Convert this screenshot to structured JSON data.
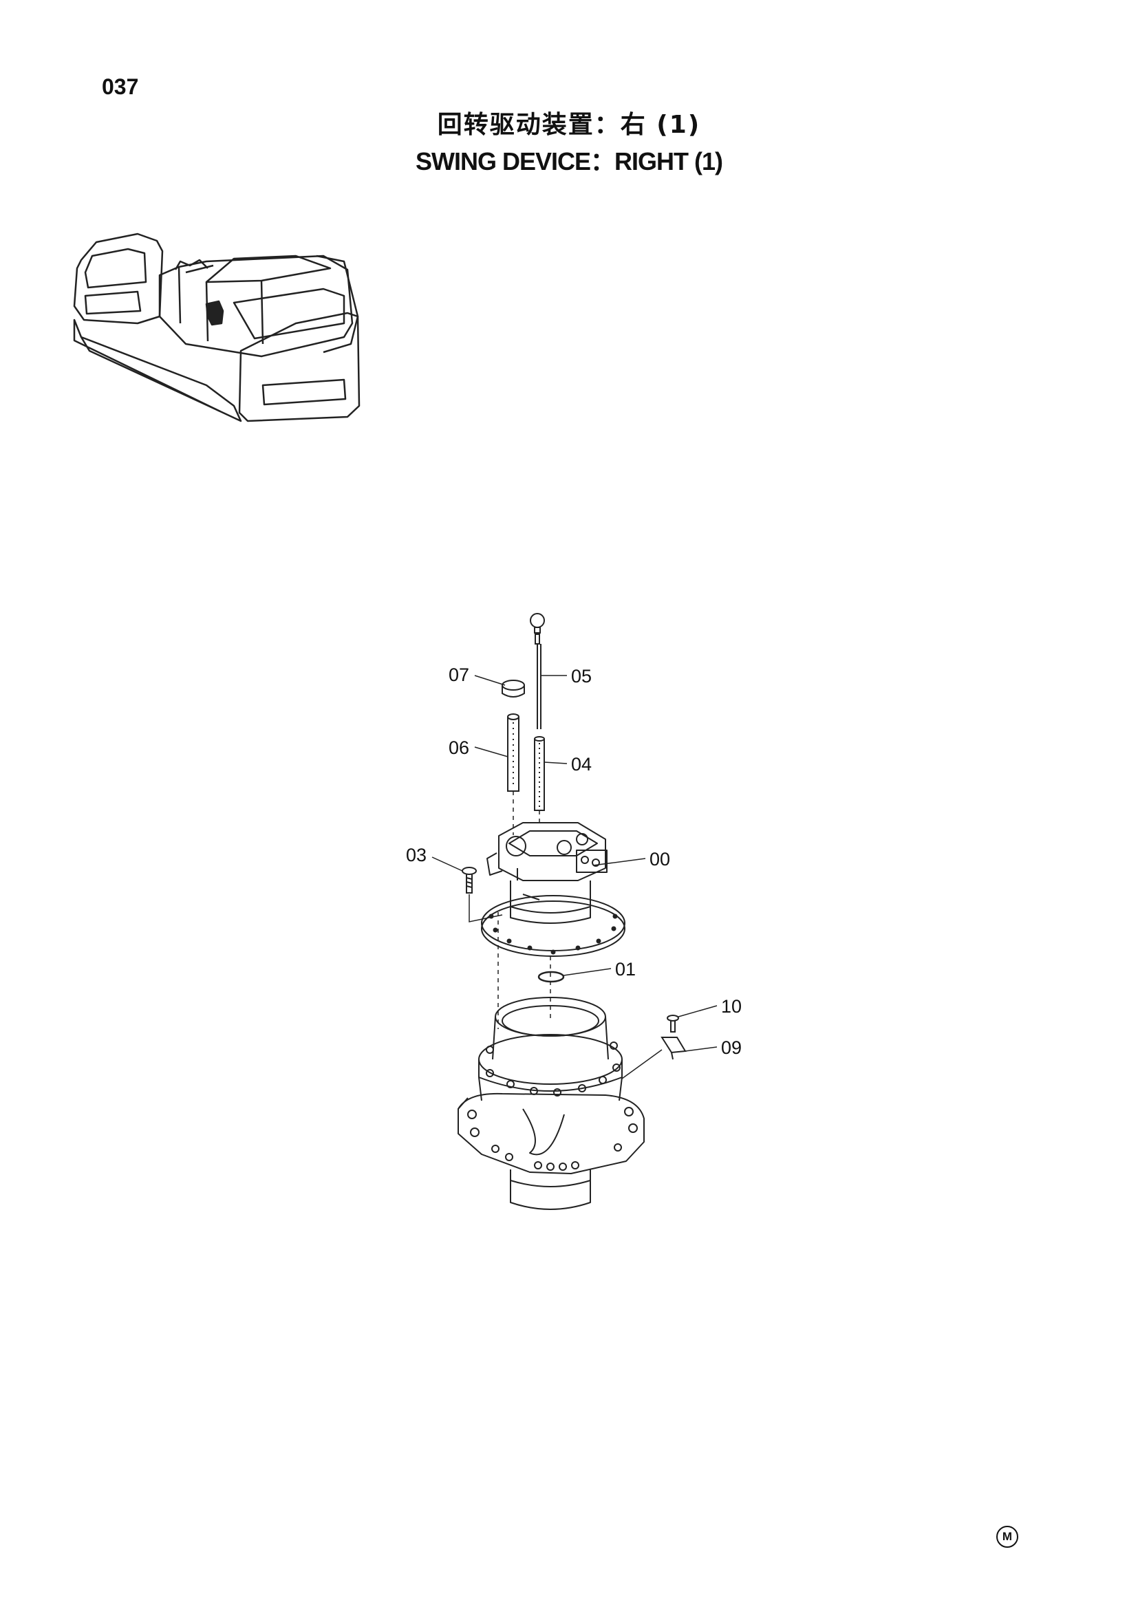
{
  "page": {
    "number": "037",
    "title_cn": "回转驱动装置：右 (1)",
    "title_en": "SWING DEVICE：RIGHT (1)",
    "logo_mark": "M"
  },
  "callouts": [
    {
      "id": "07",
      "label": "07"
    },
    {
      "id": "05",
      "label": "05"
    },
    {
      "id": "06",
      "label": "06"
    },
    {
      "id": "04",
      "label": "04"
    },
    {
      "id": "03",
      "label": "03"
    },
    {
      "id": "00",
      "label": "00"
    },
    {
      "id": "01",
      "label": "01"
    },
    {
      "id": "10",
      "label": "10"
    },
    {
      "id": "09",
      "label": "09"
    }
  ],
  "icons": {
    "locator": "excavator-locator-icon",
    "mark": "circled-m-icon"
  }
}
